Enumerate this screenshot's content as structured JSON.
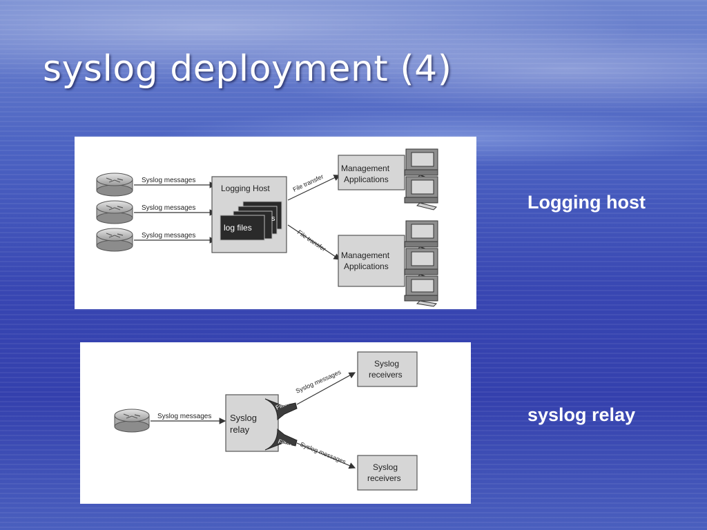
{
  "slide": {
    "title": "syslog deployment (4)",
    "caption_logging_host": "Logging host",
    "caption_syslog_relay": "syslog relay"
  },
  "diagram1": {
    "edge_syslog_messages": "Syslog messages",
    "logging_host_label": "Logging Host",
    "log_files_label": "log files",
    "log_files_partial": "s",
    "edge_file_transfer": "File transfer",
    "mgmt_label_line1": "Management",
    "mgmt_label_line2": "Applications"
  },
  "diagram2": {
    "edge_syslog_messages": "Syslog messages",
    "relay_line1": "Syslog",
    "relay_line2": "relay",
    "filter_label": "Filter",
    "receiver_line1": "Syslog",
    "receiver_line2": "receivers"
  }
}
